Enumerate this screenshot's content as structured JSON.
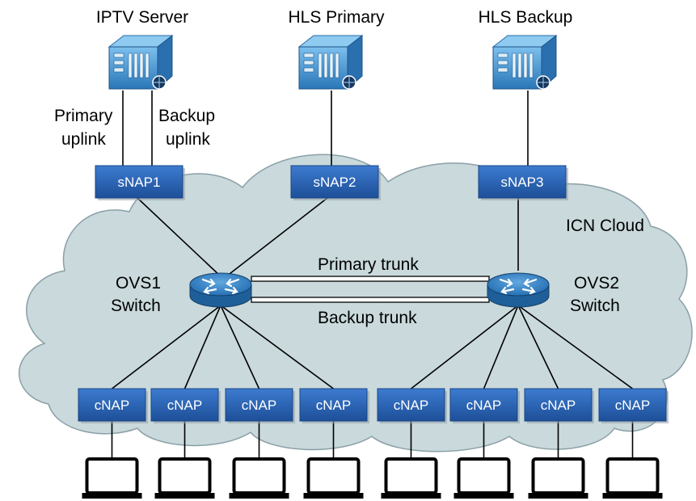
{
  "servers": [
    {
      "id": "iptv",
      "label": "IPTV Server"
    },
    {
      "id": "hls1",
      "label": "HLS Primary"
    },
    {
      "id": "hls2",
      "label": "HLS Backup"
    }
  ],
  "uplinks": {
    "primary": [
      "Primary",
      "uplink"
    ],
    "backup": [
      "Backup",
      "uplink"
    ]
  },
  "snaps": [
    "sNAP1",
    "sNAP2",
    "sNAP3"
  ],
  "cloud_label": "ICN Cloud",
  "switches": [
    {
      "id": "ovs1",
      "lines": [
        "OVS1",
        "Switch"
      ]
    },
    {
      "id": "ovs2",
      "lines": [
        "OVS2",
        "Switch"
      ]
    }
  ],
  "trunks": {
    "primary": "Primary trunk",
    "backup": "Backup trunk"
  },
  "cnap_label": "cNAP",
  "cnap_count": 8,
  "laptop_count": 8,
  "colors": {
    "cloud_fill": "#c9d9dc",
    "cloud_stroke": "#8aa0a6",
    "nap_fill": "#2a63b6",
    "nap_stroke": "#1a4684",
    "router": "#2f7fc6",
    "server": "#3f93d3"
  }
}
